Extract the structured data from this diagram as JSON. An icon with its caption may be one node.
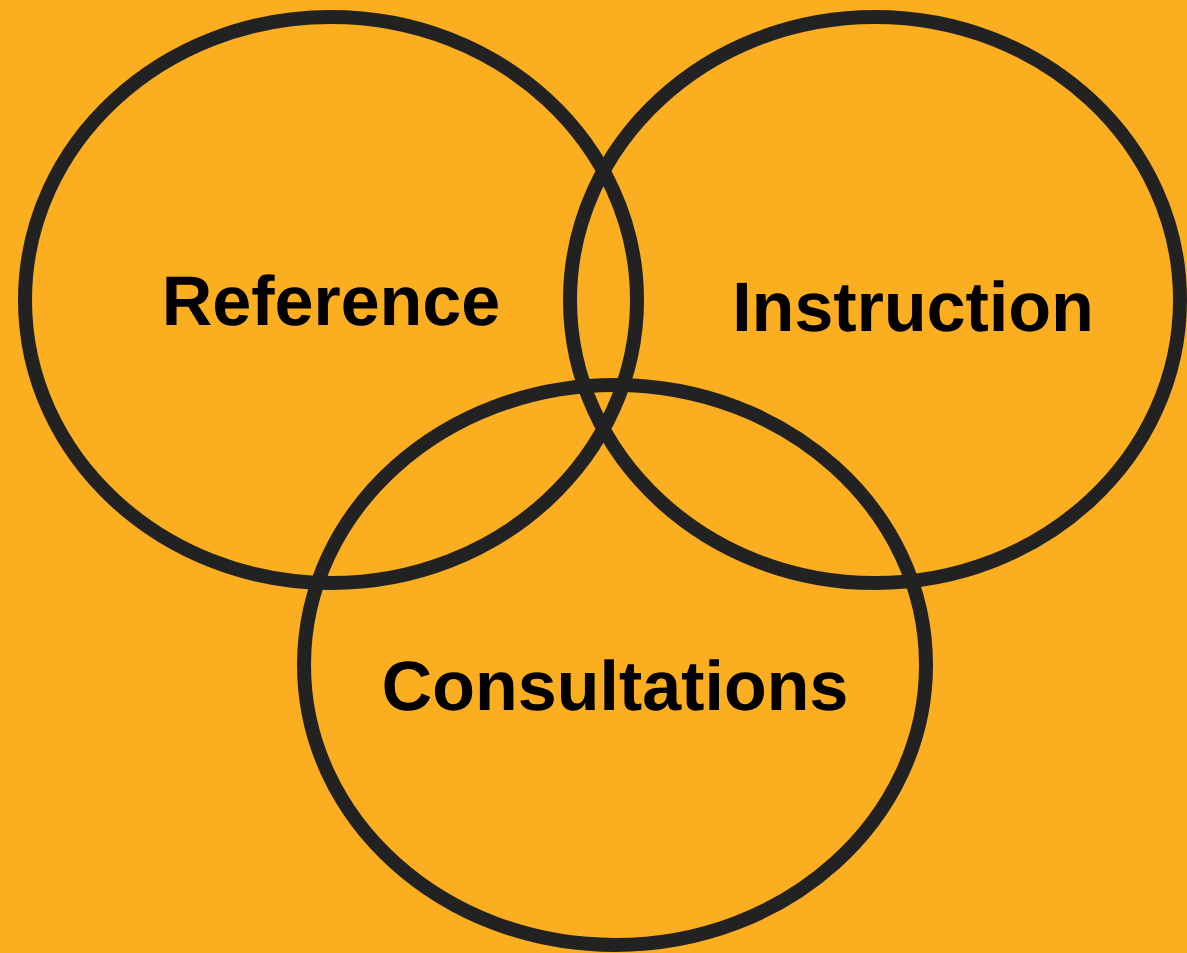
{
  "diagram": {
    "nodes": [
      {
        "text": [
          "Reference"
        ]
      },
      {
        "text": [
          "Instruction"
        ]
      },
      {
        "text": [
          "Consultations"
        ]
      }
    ]
  }
}
